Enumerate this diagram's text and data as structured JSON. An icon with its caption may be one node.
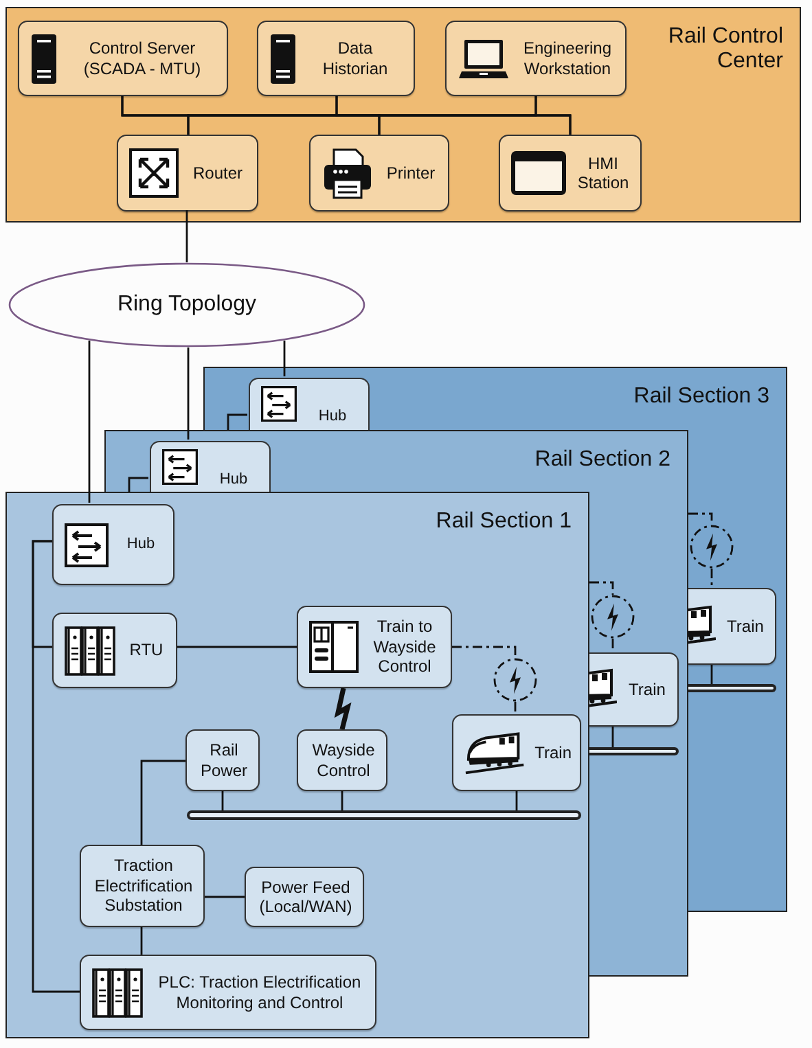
{
  "diagram": {
    "nodes": [
      {
        "text": [
          "Rail Control Center"
        ]
      },
      {
        "text": [
          "Control Server (SCADA - MTU)"
        ],
        "in": 0
      },
      {
        "text": [
          "Data Historian"
        ],
        "in": 0
      },
      {
        "text": [
          "Engineering Workstation"
        ],
        "in": 0
      },
      {
        "text": [
          "Router"
        ],
        "in": 0
      },
      {
        "text": [
          "Printer"
        ],
        "in": 0
      },
      {
        "text": [
          "HMI Station"
        ],
        "in": 0
      },
      {
        "text": [
          "Ring Topology"
        ]
      },
      {
        "text": [
          "Rail Section 3"
        ]
      },
      {
        "text": [
          "Hub"
        ],
        "in": 8
      },
      {
        "text": [],
        "shape": "circle"
      },
      {
        "text": [
          "Train"
        ]
      },
      {
        "text": [],
        "shape": "bar"
      },
      {
        "text": [
          "Rail Section 2"
        ]
      },
      {
        "text": [
          "Hub"
        ],
        "in": 13
      },
      {
        "text": [],
        "shape": "circle"
      },
      {
        "text": [
          "Train"
        ]
      },
      {
        "text": [],
        "shape": "bar"
      },
      {
        "text": [
          "Rail Section 1"
        ]
      },
      {
        "text": [
          "Hub"
        ],
        "in": 18
      },
      {
        "text": [
          "RTU"
        ],
        "in": 18
      },
      {
        "text": [
          "Train to Wayside Control"
        ],
        "in": 18
      },
      {
        "text": [],
        "shape": "circle",
        "in": 18
      },
      {
        "text": [
          "Rail Power"
        ],
        "in": 18
      },
      {
        "text": [
          "Wayside Control"
        ],
        "in": 18
      },
      {
        "text": [
          "Train"
        ],
        "in": 18
      },
      {
        "text": [],
        "shape": "bar",
        "in": 18
      },
      {
        "text": [
          "Traction Electrification Substation"
        ],
        "in": 18
      },
      {
        "text": [
          "Power Feed (Local/WAN)"
        ],
        "in": 18
      },
      {
        "text": [
          "PLC: Traction Electrification Monitoring and Control"
        ],
        "in": 18
      }
    ],
    "edges": [
      {
        "from": 1,
        "to": 4,
        "arrow": "none"
      },
      {
        "from": 1,
        "to": 5,
        "arrow": "none"
      },
      {
        "from": 1,
        "to": 6,
        "arrow": "none"
      },
      {
        "from": 2,
        "to": 4,
        "arrow": "none"
      },
      {
        "from": 2,
        "to": 5,
        "arrow": "none"
      },
      {
        "from": 2,
        "to": 6,
        "arrow": "none"
      },
      {
        "from": 3,
        "to": 4,
        "arrow": "none"
      },
      {
        "from": 3,
        "to": 5,
        "arrow": "none"
      },
      {
        "from": 3,
        "to": 6,
        "arrow": "none"
      },
      {
        "from": 4,
        "to": 7,
        "arrow": "none"
      },
      {
        "from": 7,
        "to": 19,
        "arrow": "none"
      },
      {
        "from": 7,
        "to": 14,
        "arrow": "none"
      },
      {
        "from": 7,
        "to": 9,
        "arrow": "none"
      },
      {
        "from": 9,
        "to": 13,
        "arrow": "none"
      },
      {
        "from": null,
        "to": 10,
        "arrow": "none",
        "style": "dashed"
      },
      {
        "from": 10,
        "to": 11,
        "arrow": "none",
        "style": "dashed"
      },
      {
        "from": 11,
        "to": 12,
        "arrow": "none"
      },
      {
        "from": 14,
        "to": 18,
        "arrow": "none"
      },
      {
        "from": 18,
        "to": 15,
        "arrow": "none",
        "style": "dashed"
      },
      {
        "from": 15,
        "to": 16,
        "arrow": "none",
        "style": "dashed"
      },
      {
        "from": 16,
        "to": 17,
        "arrow": "none"
      },
      {
        "from": 19,
        "to": 20,
        "arrow": "none"
      },
      {
        "from": 19,
        "to": 29,
        "arrow": "none"
      },
      {
        "from": 20,
        "to": 21,
        "arrow": "none"
      },
      {
        "from": 21,
        "to": 24,
        "arrow": "none",
        "style": "thick"
      },
      {
        "from": 21,
        "to": 22,
        "arrow": "none",
        "style": "dashed"
      },
      {
        "from": 22,
        "to": 25,
        "arrow": "none",
        "style": "dashed"
      },
      {
        "from": 23,
        "to": 26,
        "arrow": "none"
      },
      {
        "from": 24,
        "to": 26,
        "arrow": "none"
      },
      {
        "from": 25,
        "to": 26,
        "arrow": "none"
      },
      {
        "from": 23,
        "to": 27,
        "arrow": "none"
      },
      {
        "from": 27,
        "to": 28,
        "arrow": "none"
      },
      {
        "from": 27,
        "to": 29,
        "arrow": "none"
      }
    ]
  }
}
